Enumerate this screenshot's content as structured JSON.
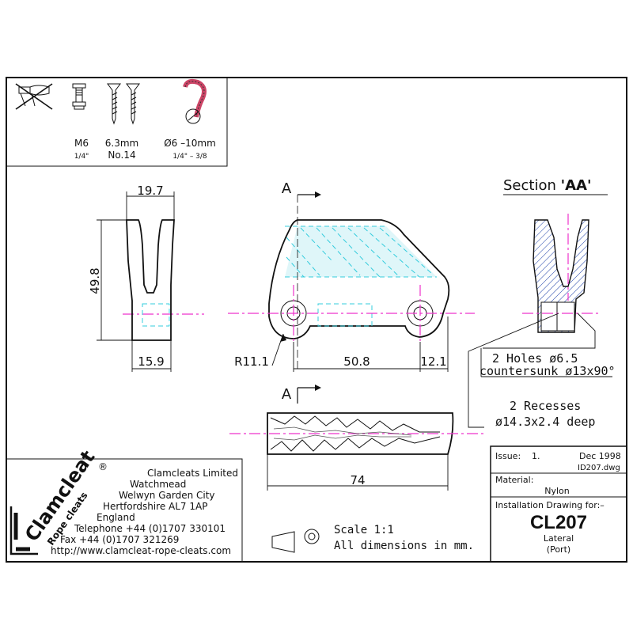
{
  "fasteners": {
    "bolt_label": "M6",
    "bolt_sub": "1/4\"",
    "screw_label": "6.3mm",
    "screw_sub": "No.14",
    "rope_label": "Ø6 –10mm",
    "rope_sub": "1/4\" – 3/8"
  },
  "dimensions": {
    "width_top": "19.7",
    "height": "49.8",
    "width_base": "15.9",
    "radius": "R11.1",
    "hole_spacing": "50.8",
    "edge_offset": "12.1",
    "length": "74"
  },
  "section": {
    "marker": "A",
    "title_prefix": "Section ",
    "title_name": "'AA'"
  },
  "notes": {
    "holes_line1": "2 Holes ø6.5",
    "holes_line2": "countersunk ø13x90°",
    "recess_line1": "2 Recesses",
    "recess_line2": "ø14.3x2.4 deep"
  },
  "company": {
    "brand": "Clamcleat",
    "registered": "®",
    "brand_sub": "Rope cleats",
    "name": "Clamcleats Limited",
    "address1": "Watchmead",
    "address2": "Welwyn Garden City",
    "address3": "Hertfordshire AL7 1AP",
    "country": "England",
    "phone": "Telephone +44 (0)1707 330101",
    "fax": "Fax +44 (0)1707 321269",
    "web": "http://www.clamcleat-rope-cleats.com"
  },
  "scale": {
    "scale_text": "Scale 1:1",
    "units_text": "All dimensions in mm."
  },
  "titleblock": {
    "issue_label": "Issue:",
    "issue_value": "1.",
    "date": "Dec 1998",
    "dwg": "ID207.dwg",
    "material_label": "Material:",
    "material_value": "Nylon",
    "install_label": "Installation Drawing for:–",
    "model": "CL207",
    "desc1": "Lateral",
    "desc2": "(Port)"
  },
  "colors": {
    "centerline": "#ee33cc",
    "hidden": "#33ccdd",
    "section_hatch": "#2244aa"
  }
}
